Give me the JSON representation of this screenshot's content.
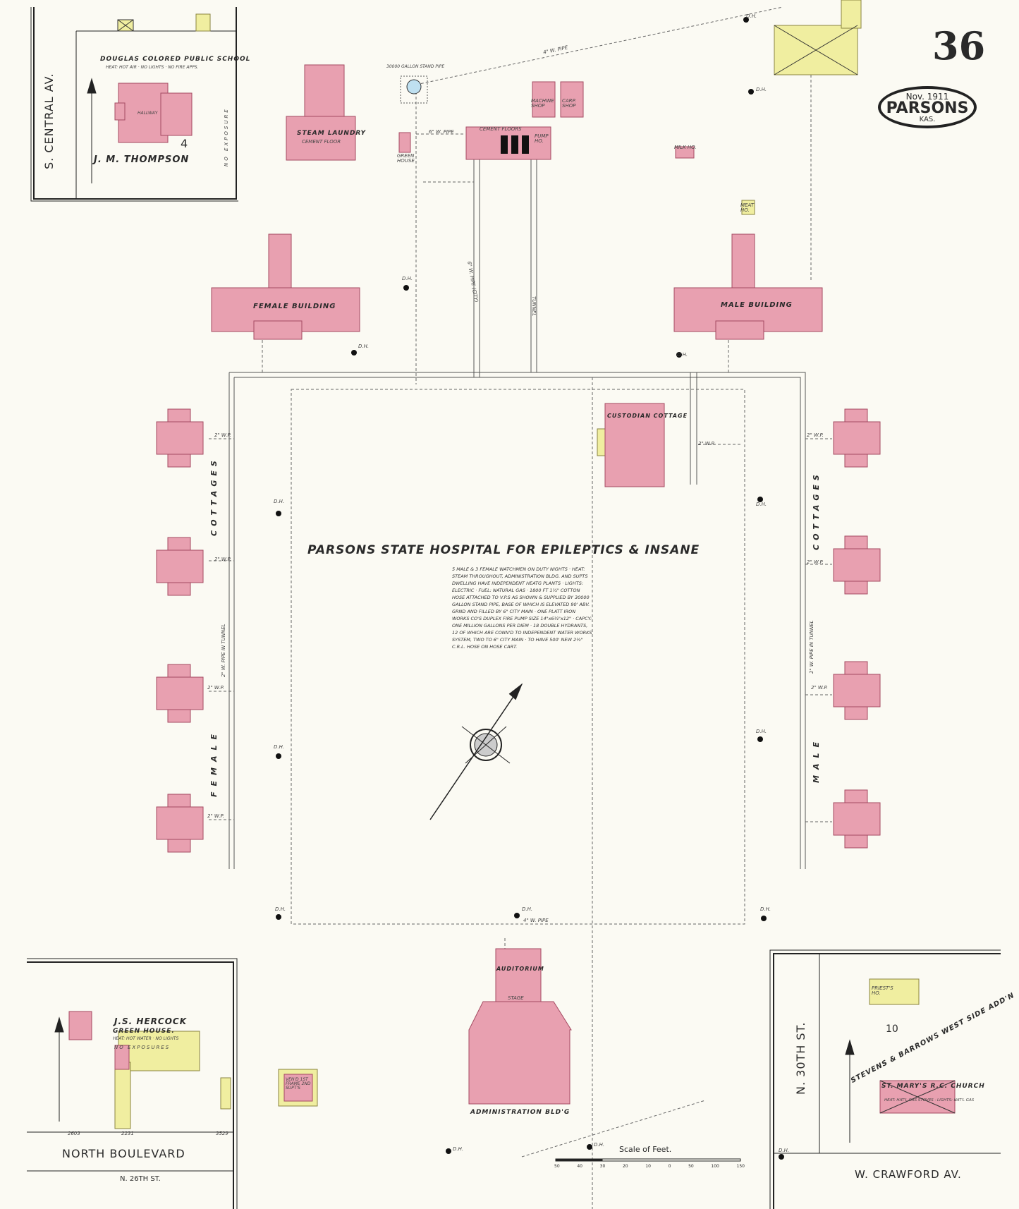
{
  "sheet": {
    "page_number": "36",
    "date": "Nov. 1911",
    "city": "PARSONS",
    "state": "KAS.",
    "title": "PARSONS STATE HOSPITAL FOR EPILEPTICS & INSANE",
    "notes": "5 MALE & 3 FEMALE WATCHMEN ON DUTY NIGHTS · HEAT: STEAM THROUGHOUT, ADMINISTRATION BLDG. AND SUPTS DWELLING HAVE INDEPENDENT HEATG PLANTS · LIGHTS: ELECTRIC · FUEL: NATURAL GAS · 1800 FT 1½\" COTTON HOSE ATTACHED TO V.P.S AS SHOWN & SUPPLIED BY 30000 GALLON STAND PIPE, BASE OF WHICH IS ELEVATED 90' ABV. GRND AND FILLED BY 6\" CITY MAIN · ONE PLATT IRON WORKS CO'S DUPLEX FIRE PUMP SIZE 14\"x6½\"x12\" · CAPCY: ONE MILLION GALLONS PER DIEM · 18 DOUBLE HYDRANTS, 12 OF WHICH ARE CONN'D TO INDEPENDENT WATER WORKS SYSTEM, TWO TO 6\" CITY MAIN · TO HAVE 500' NEW 2½\" C.R.L. HOSE ON HOSE CART.",
    "scale_label": "Scale of Feet.",
    "scale_ticks": [
      "50",
      "40",
      "30",
      "20",
      "10",
      "0",
      "50",
      "100",
      "150"
    ]
  },
  "streets": {
    "central": "S. CENTRAL AV.",
    "north_blvd": "NORTH BOULEVARD",
    "n26": "N. 26TH ST.",
    "n30": "N. 30TH ST.",
    "crawford": "W. CRAWFORD AV."
  },
  "inset_school": {
    "name": "DOUGLAS COLORED PUBLIC SCHOOL",
    "heat": "HEAT: HOT AIR · NO LIGHTS · NO FIRE APPS.",
    "owner": "J. M. THOMPSON",
    "block": "4",
    "hallway": "HALLWAY",
    "exposure": "NO EXPOSURE"
  },
  "inset_greenhouse": {
    "name": "J.S. HERCOCK",
    "sub": "GREEN HOUSE.",
    "heat": "HEAT: HOT WATER · NO LIGHTS",
    "exposure": "NO EXPOSURES",
    "addresses": [
      "2603",
      "2231",
      "3529"
    ]
  },
  "inset_church": {
    "name": "ST. MARY'S R.C. CHURCH",
    "addition": "STEVENS & BARROWS WEST SIDE ADD'N",
    "priests": "PRIEST'S HO.",
    "block": "10",
    "heat": "HEAT: HAT'L GAS STOVES · LIGHTS: NAT'L GAS"
  },
  "buildings": {
    "laundry": "STEAM LAUNDRY",
    "laundry_sub": "CEMENT FLOOR",
    "female": "FEMALE BUILDING",
    "male": "MALE BUILDING",
    "custodian": "CUSTODIAN COTTAGE",
    "auditorium": "AUDITORIUM",
    "stage": "STAGE",
    "admin": "ADMINISTRATION BLD'G",
    "machine": "MACHINE SHOP",
    "carpenter": "CARP. SHOP",
    "pump": "PUMP HO.",
    "milk": "MILK HO.",
    "meat": "MEAT HO.",
    "green": "GREEN HOUSE",
    "standpipe": "30000 GALLON STAND PIPE",
    "cement": "CEMENT FLOORS",
    "frame": "VEN'D 1ST FRAME 2ND SUPT'S"
  },
  "labels": {
    "cottages_f": "COTTAGES",
    "cottages_m": "COTTAGES",
    "female": "FEMALE",
    "male": "MALE",
    "pipe_tunnel": "2\" W. PIPE IN TUNNEL",
    "tunnel": "TUNNEL",
    "pipe4": "4\" W. PIPE",
    "pipe6": "6\" W. PIPE",
    "pipe6city": "6\" W. PIPE (CITY)",
    "dh": "D.H.",
    "wp": "2\" W.P."
  },
  "colors": {
    "brick": "#e8a0b0",
    "brick_edge": "#a44a62",
    "frame": "#f0eea0",
    "frame_edge": "#8a8440",
    "ink": "#2a2a2a"
  }
}
